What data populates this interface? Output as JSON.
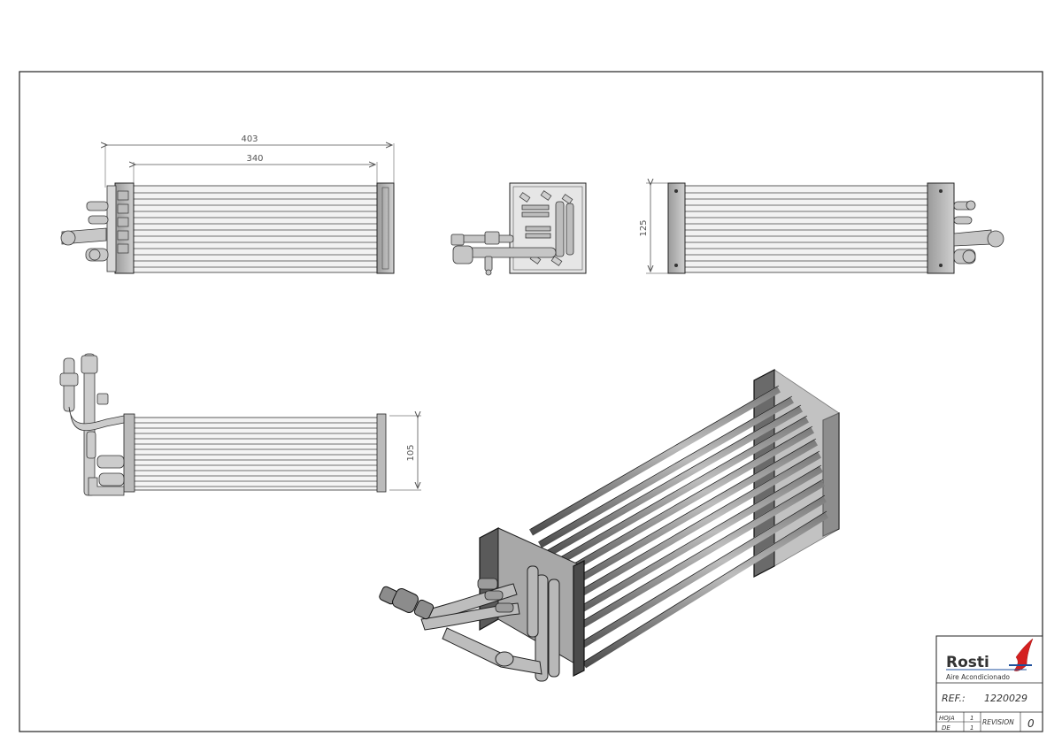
{
  "dimensions": {
    "overall_length": "403",
    "core_length": "340",
    "height": "125",
    "depth": "105"
  },
  "title_block": {
    "brand": "Rosti",
    "tagline": "Aire Acondicionado",
    "ref_label": "REF.:",
    "ref_value": "1220029",
    "hoja_label": "HOJA",
    "hoja_value": "1",
    "de_label": "DE",
    "de_value": "1",
    "revision_label": "REVISION",
    "revision_value": "0"
  },
  "colors": {
    "brand_red": "#d42020",
    "brand_blue": "#1e4f9c"
  }
}
